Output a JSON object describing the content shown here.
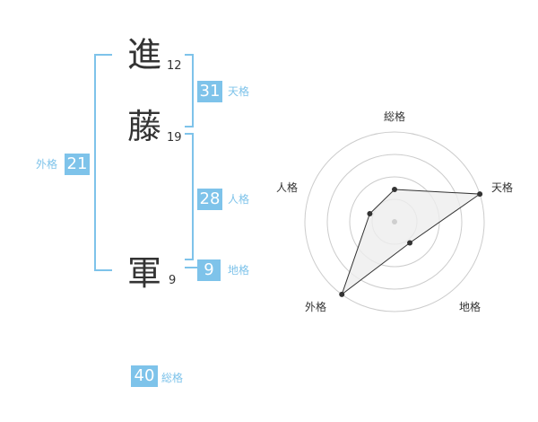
{
  "name": {
    "chars": [
      {
        "char": "進",
        "strokes": "12"
      },
      {
        "char": "藤",
        "strokes": "19"
      },
      {
        "char": "軍",
        "strokes": "9"
      }
    ]
  },
  "kaku": {
    "tenkaku": {
      "value": "31",
      "label": "天格"
    },
    "jinkaku": {
      "value": "28",
      "label": "人格"
    },
    "chikaku": {
      "value": "9",
      "label": "地格"
    },
    "gaikaku": {
      "value": "21",
      "label": "外格"
    },
    "soukaku": {
      "value": "40",
      "label": "総格"
    }
  },
  "radar": {
    "labels": {
      "top": "総格",
      "right": "天格",
      "bottom_right": "地格",
      "bottom_left": "外格",
      "left": "人格"
    },
    "rings": 4,
    "values": {
      "soukaku": 0.36,
      "tenkaku": 1.0,
      "chikaku": 0.29,
      "gaikaku": 1.0,
      "jinkaku": 0.29
    },
    "colors": {
      "ring": "#cccccc",
      "fill": "#eeeeee",
      "line": "#333333",
      "point": "#333333"
    }
  }
}
